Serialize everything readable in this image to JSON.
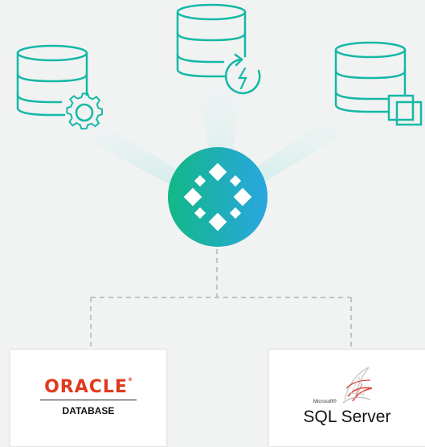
{
  "colors": {
    "background": "#f1f2f2",
    "icon_stroke": "#14b8a6",
    "hub_gradient_start": "#12b886",
    "hub_gradient_end": "#2aa6e0",
    "connector": "#bfc4c4",
    "oracle_red": "#e03a1e"
  },
  "icons": {
    "left": "database-gear-icon",
    "center": "database-sync-icon",
    "right": "database-copy-icon",
    "hub": "hub-logo-icon"
  },
  "oracle": {
    "word": "ORACLE",
    "trademark": "®",
    "subtitle": "DATABASE"
  },
  "sqlserver": {
    "brand_small": "Microsoft®",
    "name": "SQL Server"
  }
}
